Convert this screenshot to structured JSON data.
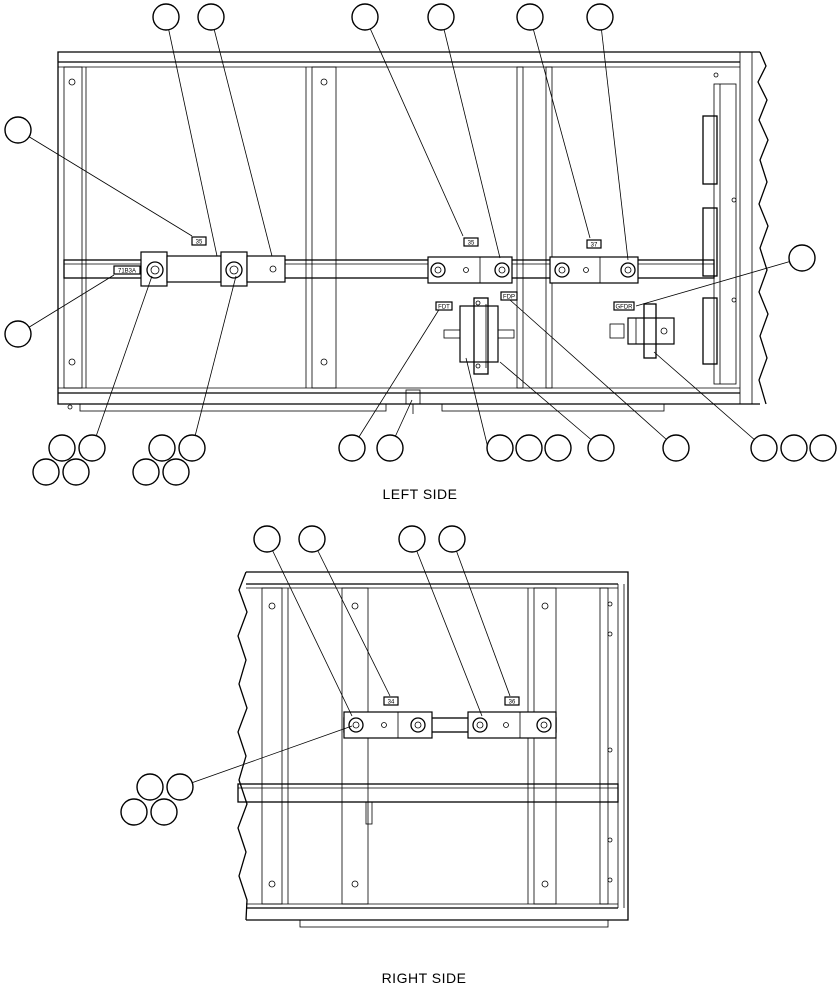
{
  "captions": {
    "left": "LEFT SIDE",
    "right": "RIGHT SIDE"
  },
  "tags": {
    "t35a": "35",
    "t35b": "35",
    "t37": "37",
    "t71b3a": "71B3A",
    "fdt": "FDT",
    "fdp": "FDP",
    "gfdr": "GFDR",
    "t34": "34",
    "t36": "36"
  }
}
